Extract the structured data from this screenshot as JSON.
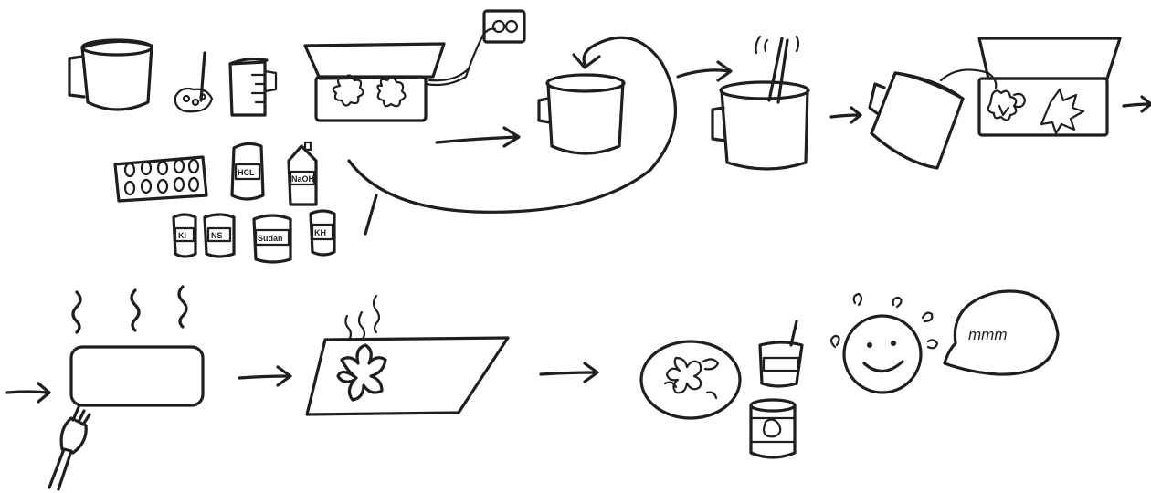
{
  "labels": {
    "bottle_hcl": "HCL",
    "bottle_tall": "NaOH",
    "jar_k": "KI",
    "jar_ns": "NS",
    "jar_sudan": "Sudan",
    "jar_kh": "KH"
  },
  "speech": {
    "text": "mmm"
  }
}
